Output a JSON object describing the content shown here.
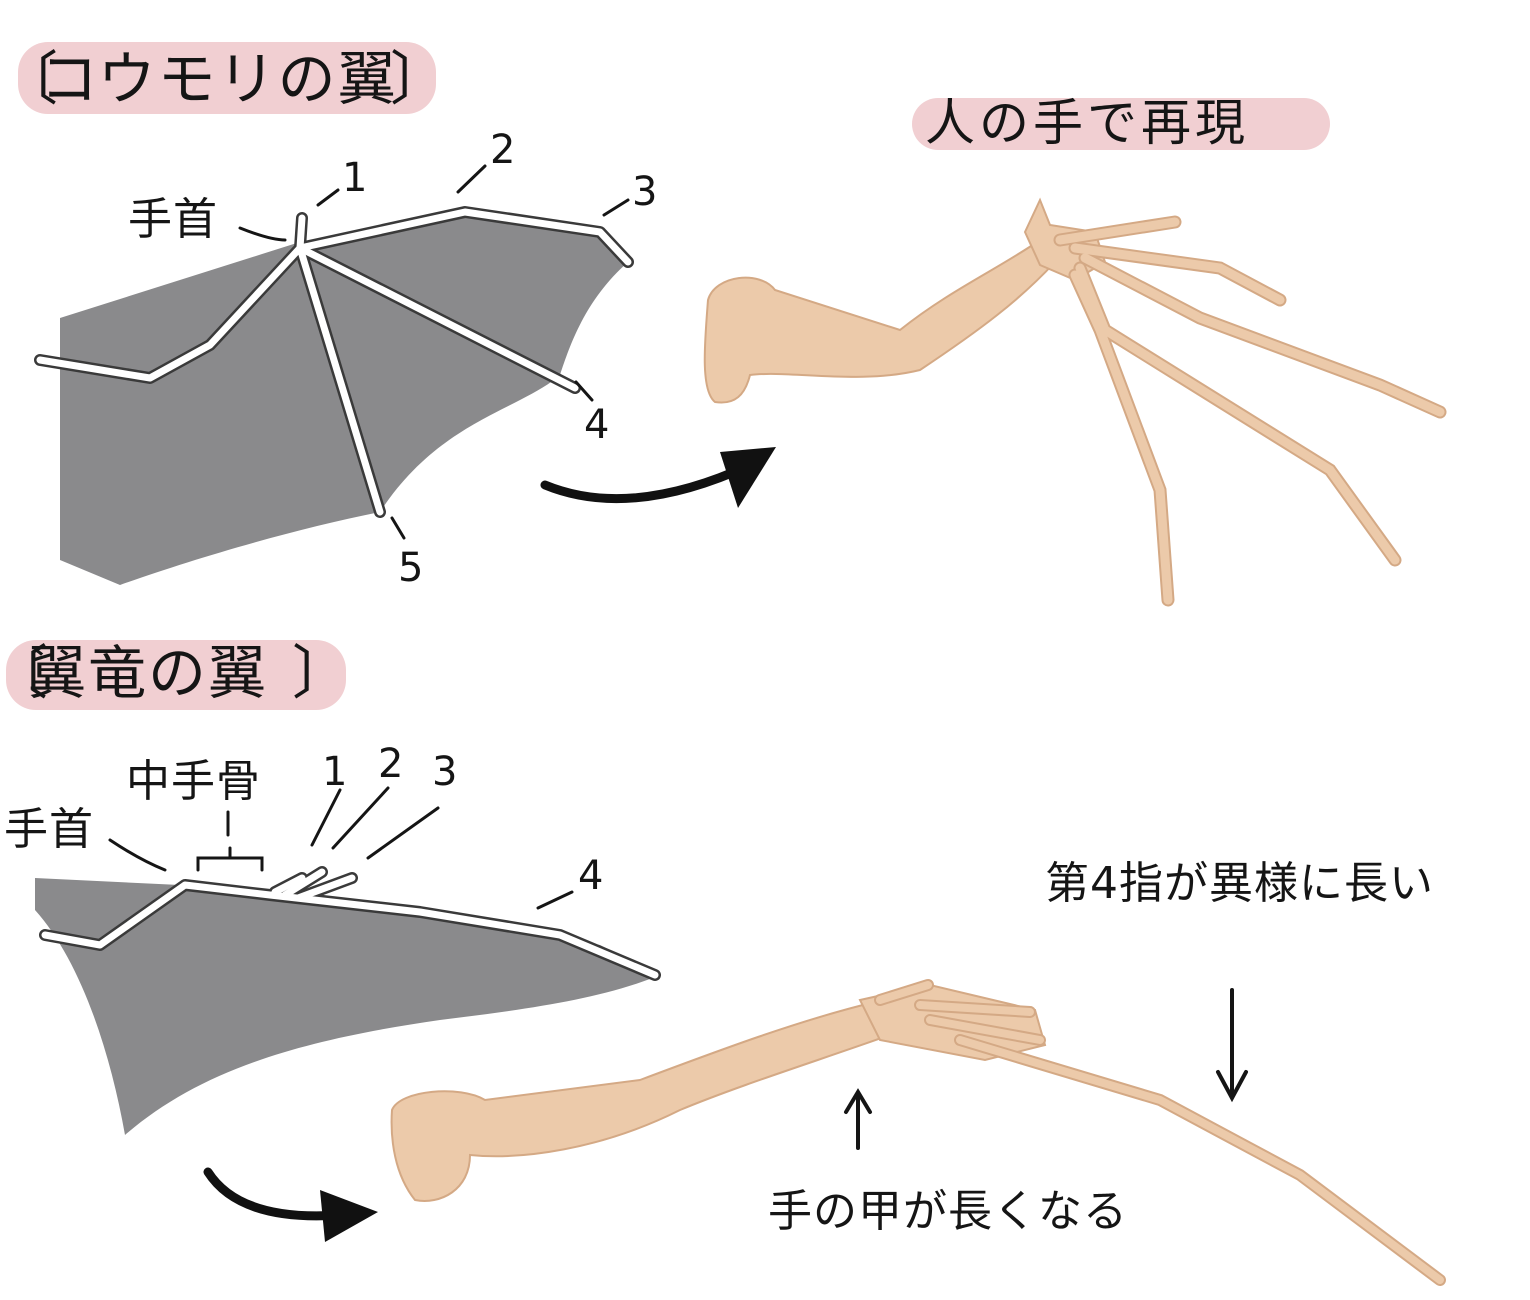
{
  "colors": {
    "highlight": "#f1cfd2",
    "membrane": "#8a8a8c",
    "bone_fill": "#ffffff",
    "skin": "#eccaaa",
    "skin_shade": "#d4a985",
    "ink": "#151515"
  },
  "bat": {
    "title": "コウモリの翼",
    "bracket_open": "〔",
    "bracket_close": "〕",
    "wrist_label": "手首",
    "finger_numbers": [
      "1",
      "2",
      "3",
      "4",
      "5"
    ]
  },
  "human_bat": {
    "title": "人の手で再現"
  },
  "pterosaur": {
    "title": "翼竜の翼",
    "bracket_open": "〔",
    "bracket_close": "〕",
    "wrist_label": "手首",
    "metacarpal_label": "中手骨",
    "finger_numbers": [
      "1",
      "2",
      "3",
      "4"
    ]
  },
  "human_ptero": {
    "fourth_finger_note": "第4指が異様に長い",
    "back_of_hand_note": "手の甲が長くなる"
  },
  "icons": {
    "curved_arrow": "curved-arrow-icon",
    "down_arrow": "down-arrow-icon",
    "up_arrow": "up-arrow-icon"
  }
}
